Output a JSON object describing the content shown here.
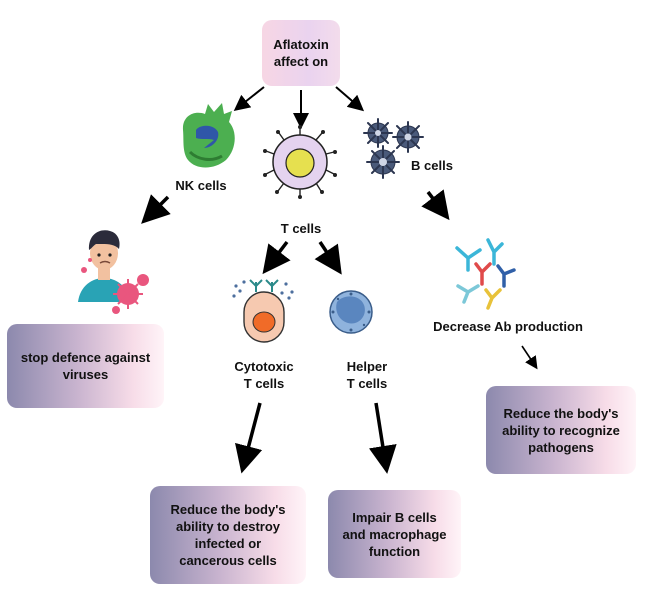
{
  "title": "Aflatoxin\naffect on",
  "cells": {
    "nk": "NK cells",
    "t": "T cells",
    "b": "B cells",
    "cytotoxic": "Cytotoxic\nT cells",
    "helper": "Helper\nT cells"
  },
  "labels": {
    "decrease_ab": "Decrease Ab production"
  },
  "outcomes": {
    "nk": "stop defence against\nviruses",
    "b": "Reduce the body's\nability to recognize\npathogens",
    "cytotoxic": "Reduce the body's\nability to destroy\ninfected or\ncancerous cells",
    "helper": "Impair B cells\nand macrophage\nfunction"
  },
  "colors": {
    "nk_cell": "#4caf50",
    "t_cell": "#d9c3e8",
    "b_cell": "#4a5a7a",
    "cytotoxic_cell": "#f6c2a6",
    "helper_cell": "#7fa6d6"
  }
}
